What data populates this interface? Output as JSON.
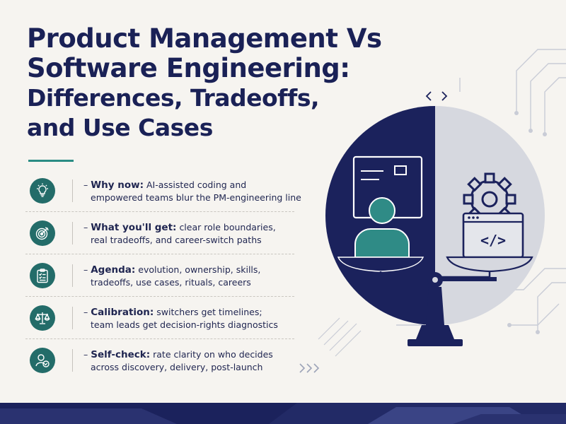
{
  "title": {
    "line1": "Product Management Vs",
    "line2": "Software Engineering:",
    "line3": "Differences, Tradeoffs,",
    "line4": "and Use Cases"
  },
  "items": [
    {
      "icon": "lightbulb-icon",
      "lead": "Why now:",
      "rest": "AI-assisted coding and",
      "line2": "empowered teams blur the PM-engineering line"
    },
    {
      "icon": "target-icon",
      "lead": "What you'll get:",
      "rest": "clear role boundaries,",
      "line2": "real tradeoffs, and career-switch paths"
    },
    {
      "icon": "clipboard-checklist-icon",
      "lead": "Agenda:",
      "rest": "evolution, ownership, skills,",
      "line2": "tradeoffs, use cases, rituals, careers"
    },
    {
      "icon": "balance-scale-icon",
      "lead": "Calibration:",
      "rest": "switchers get timelines;",
      "line2": "team leads get decision-rights diagnostics"
    },
    {
      "icon": "user-check-icon",
      "lead": "Self-check:",
      "rest": "rate clarity on who decides",
      "line2": "across discovery, delivery, post-launch"
    }
  ],
  "illustration": {
    "code_glyph": "</>",
    "colors": {
      "navy": "#1b225c",
      "teal": "#2f8b86",
      "grey": "#d4d6dc",
      "light": "#e6e8ee"
    }
  }
}
